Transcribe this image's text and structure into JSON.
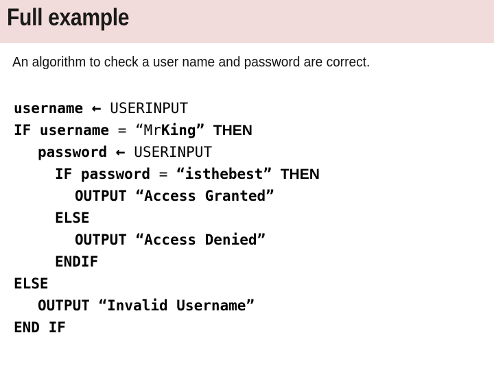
{
  "slide": {
    "title": "Full example",
    "subtitle": "An algorithm to check a user name and password are correct.",
    "header_bg": "#F2DCDB",
    "body_bg": "#FFFFFF",
    "text_color": "#000000"
  },
  "code": {
    "lines": [
      {
        "indent": 0,
        "segments": [
          {
            "text": "username ",
            "style": "bold"
          },
          {
            "text": "←",
            "style": "arrow"
          },
          {
            "text": " USERINPUT",
            "style": "normal"
          }
        ]
      },
      {
        "indent": 0,
        "segments": [
          {
            "text": "IF username ",
            "style": "bold"
          },
          {
            "text": "= “Mr",
            "style": "normal"
          },
          {
            "text": "King” ",
            "style": "bold"
          },
          {
            "text": "THEN",
            "style": "sans"
          }
        ]
      },
      {
        "indent": 1,
        "segments": [
          {
            "text": "password ",
            "style": "bold"
          },
          {
            "text": "←",
            "style": "arrow"
          },
          {
            "text": " USERINPUT",
            "style": "normal"
          }
        ]
      },
      {
        "indent": 2,
        "segments": [
          {
            "text": "IF password ",
            "style": "bold"
          },
          {
            "text": "= ",
            "style": "normal"
          },
          {
            "text": "“isthebest” ",
            "style": "bold"
          },
          {
            "text": "THEN",
            "style": "sans"
          }
        ]
      },
      {
        "indent": 3,
        "segments": [
          {
            "text": "OUTPUT “Access Granted”",
            "style": "bold"
          }
        ]
      },
      {
        "indent": 2,
        "segments": [
          {
            "text": "ELSE",
            "style": "bold"
          }
        ]
      },
      {
        "indent": 3,
        "segments": [
          {
            "text": "OUTPUT “Access Denied”",
            "style": "bold"
          }
        ]
      },
      {
        "indent": 2,
        "segments": [
          {
            "text": "ENDIF",
            "style": "bold"
          }
        ]
      },
      {
        "indent": 0,
        "segments": [
          {
            "text": "ELSE",
            "style": "bold"
          }
        ]
      },
      {
        "indent": 1,
        "segments": [
          {
            "text": "OUTPUT “Invalid Username”",
            "style": "bold"
          }
        ]
      },
      {
        "indent": 0,
        "segments": [
          {
            "text": "END IF",
            "style": "bold"
          }
        ]
      }
    ]
  }
}
